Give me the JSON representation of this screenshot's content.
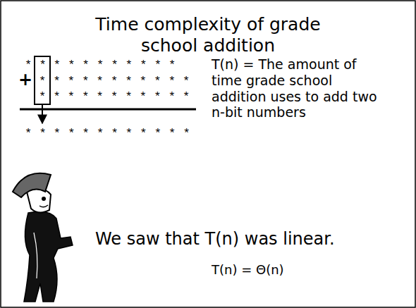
{
  "diagram": {
    "title": "Time complexity of grade school addition",
    "labels": [
      "* * * * * * * * * * *",
      "+",
      "* * * * * * * * * * *",
      "* * * * * * * * * * *",
      "* * * * * * * * * * * *",
      "T(n) = The amount of time grade school addition uses to add two n-bit numbers",
      "We saw that T(n) was linear.",
      "T(n) = Θ(n)"
    ]
  }
}
